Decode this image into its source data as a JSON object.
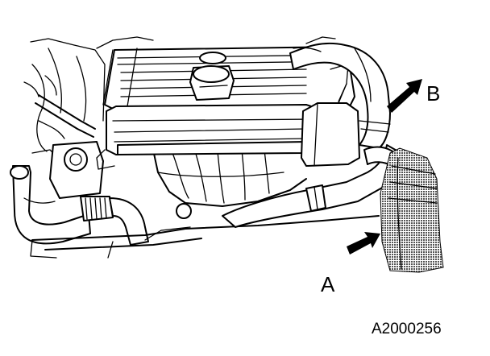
{
  "labels": {
    "a": "A",
    "b": "B"
  },
  "figure_id": "A2000256",
  "colors": {
    "line": "#000000",
    "background": "#ffffff",
    "hatch": "#555555"
  }
}
